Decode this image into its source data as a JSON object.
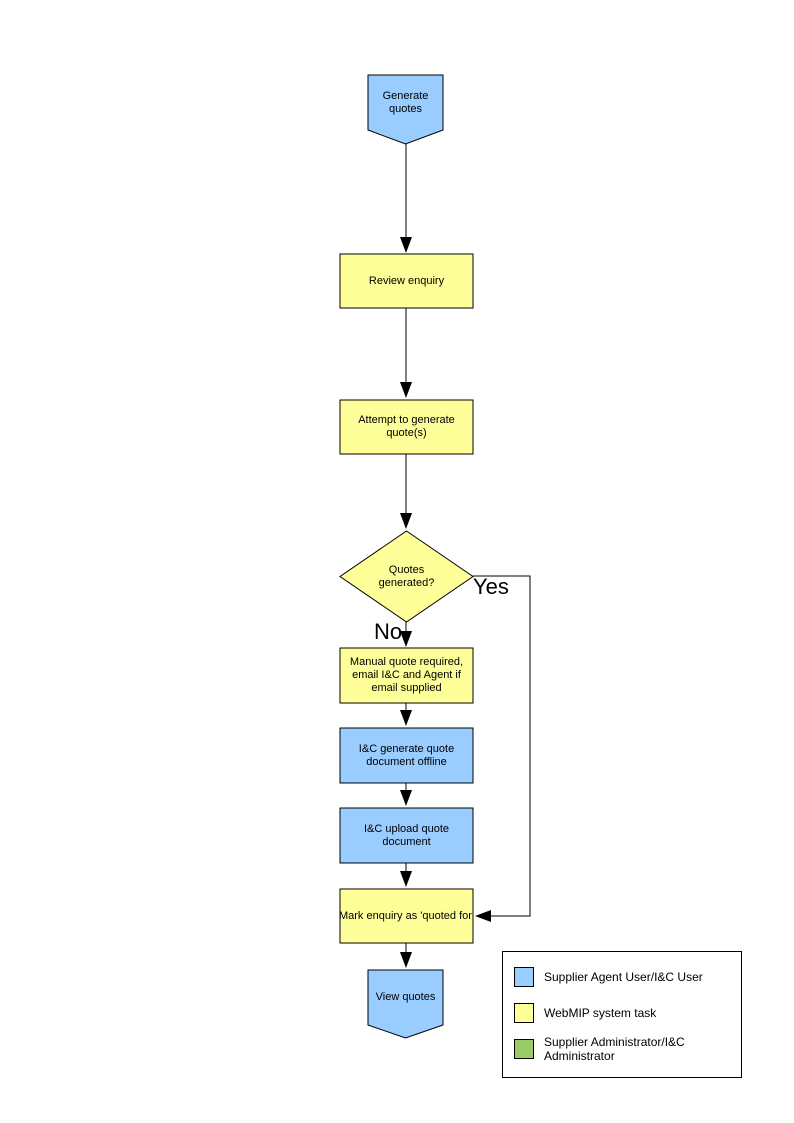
{
  "nodes": {
    "start": {
      "label": "Generate quotes",
      "role": "agent-user"
    },
    "review": {
      "label": "Review enquiry",
      "role": "system-task"
    },
    "attempt": {
      "label": "Attempt to generate quote(s)",
      "role": "system-task"
    },
    "decision": {
      "label": "Quotes generated?",
      "role": "system-task"
    },
    "manual": {
      "label": "Manual quote required, email I&C and Agent if email supplied",
      "role": "system-task"
    },
    "offline": {
      "label": "I&C generate quote document offline",
      "role": "agent-user"
    },
    "upload": {
      "label": "I&C upload quote document",
      "role": "agent-user"
    },
    "mark": {
      "label": "Mark enquiry as 'quoted for'",
      "role": "system-task"
    },
    "end": {
      "label": "View quotes",
      "role": "agent-user"
    }
  },
  "branches": {
    "yes": "Yes",
    "no": "No"
  },
  "legend": {
    "items": [
      {
        "label": "Supplier Agent User/I&C User",
        "color": "#99CCFF"
      },
      {
        "label": "WebMIP system task",
        "color": "#FFFF99"
      },
      {
        "label": "Supplier Administrator/I&C Administrator",
        "color": "#99CC66"
      }
    ]
  },
  "colors": {
    "agent_user_fill": "#99CCFF",
    "system_task_fill": "#FFFF99",
    "administrator_fill": "#99CC66",
    "outline": "#000000",
    "connector": "#000000",
    "background": "#FFFFFF"
  }
}
